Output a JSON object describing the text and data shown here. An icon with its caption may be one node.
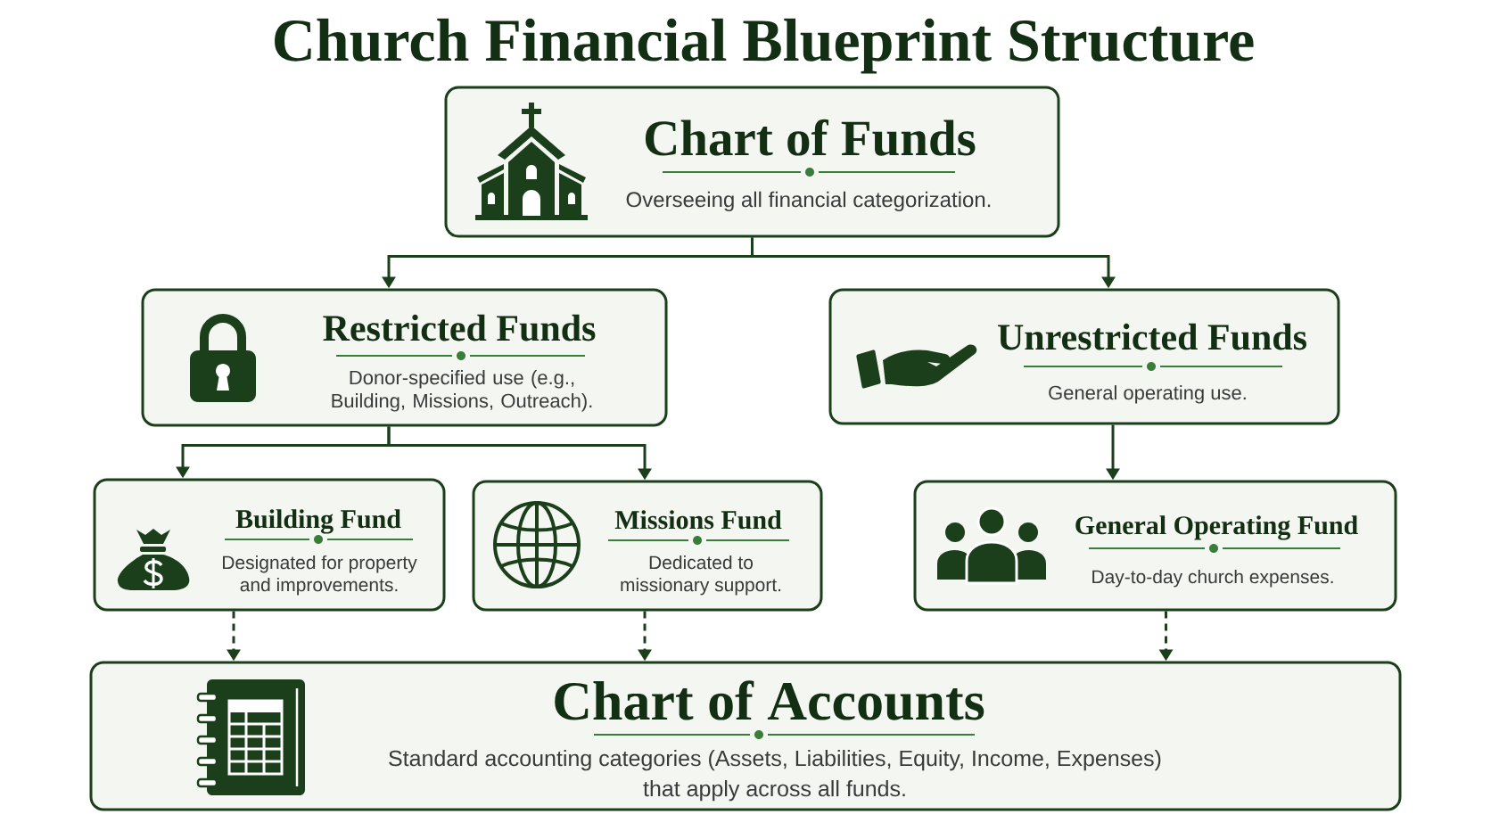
{
  "diagram": {
    "title": "Church Financial Blueprint Structure",
    "nodes": [
      {
        "text": [
          "Chart of Funds",
          "Overseeing all financial categorization."
        ]
      },
      {
        "text": [
          "Restricted Funds",
          "Donor-specified use (e.g., Building, Missions, Outreach)."
        ]
      },
      {
        "text": [
          "Unrestricted Funds",
          "General operating use."
        ]
      },
      {
        "text": [
          "Building Fund",
          "Designated for property and improvements."
        ]
      },
      {
        "text": [
          "Missions Fund",
          "Dedicated to missionary support."
        ]
      },
      {
        "text": [
          "General Operating Fund",
          "Day-to-day church expenses."
        ]
      },
      {
        "text": [
          "Chart of Accounts",
          "Standard accounting categories (Assets, Liabilities, Equity, Income, Expenses) that apply across all funds."
        ]
      }
    ],
    "edges": [
      {
        "from": 0,
        "to": 1,
        "arrow": "to"
      },
      {
        "from": 0,
        "to": 2,
        "arrow": "to"
      },
      {
        "from": 1,
        "to": 3,
        "arrow": "to"
      },
      {
        "from": 1,
        "to": 4,
        "arrow": "to"
      },
      {
        "from": 2,
        "to": 5,
        "arrow": "to"
      },
      {
        "from": 3,
        "to": 6,
        "arrow": "to",
        "style": "dashed"
      },
      {
        "from": 4,
        "to": 6,
        "arrow": "to",
        "style": "dashed"
      },
      {
        "from": 5,
        "to": 6,
        "arrow": "to",
        "style": "dashed"
      }
    ]
  }
}
